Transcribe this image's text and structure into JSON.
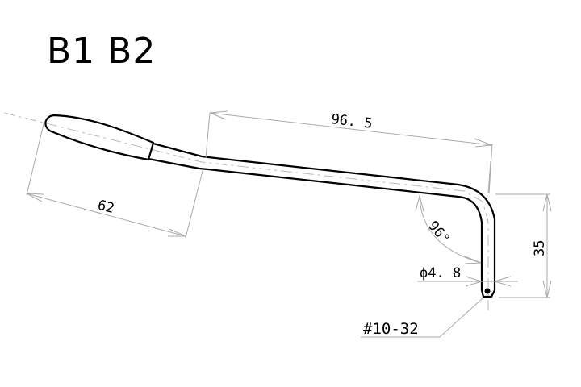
{
  "title": "B1 B2",
  "dimensions": {
    "rod_length": "96. 5",
    "handle_length": "62",
    "drop_height": "35",
    "bend_angle": "96°",
    "diameter": "ϕ4. 8",
    "thread": "#10-32"
  },
  "colors": {
    "line": "#000000",
    "dimension": "#aaaaaa"
  }
}
